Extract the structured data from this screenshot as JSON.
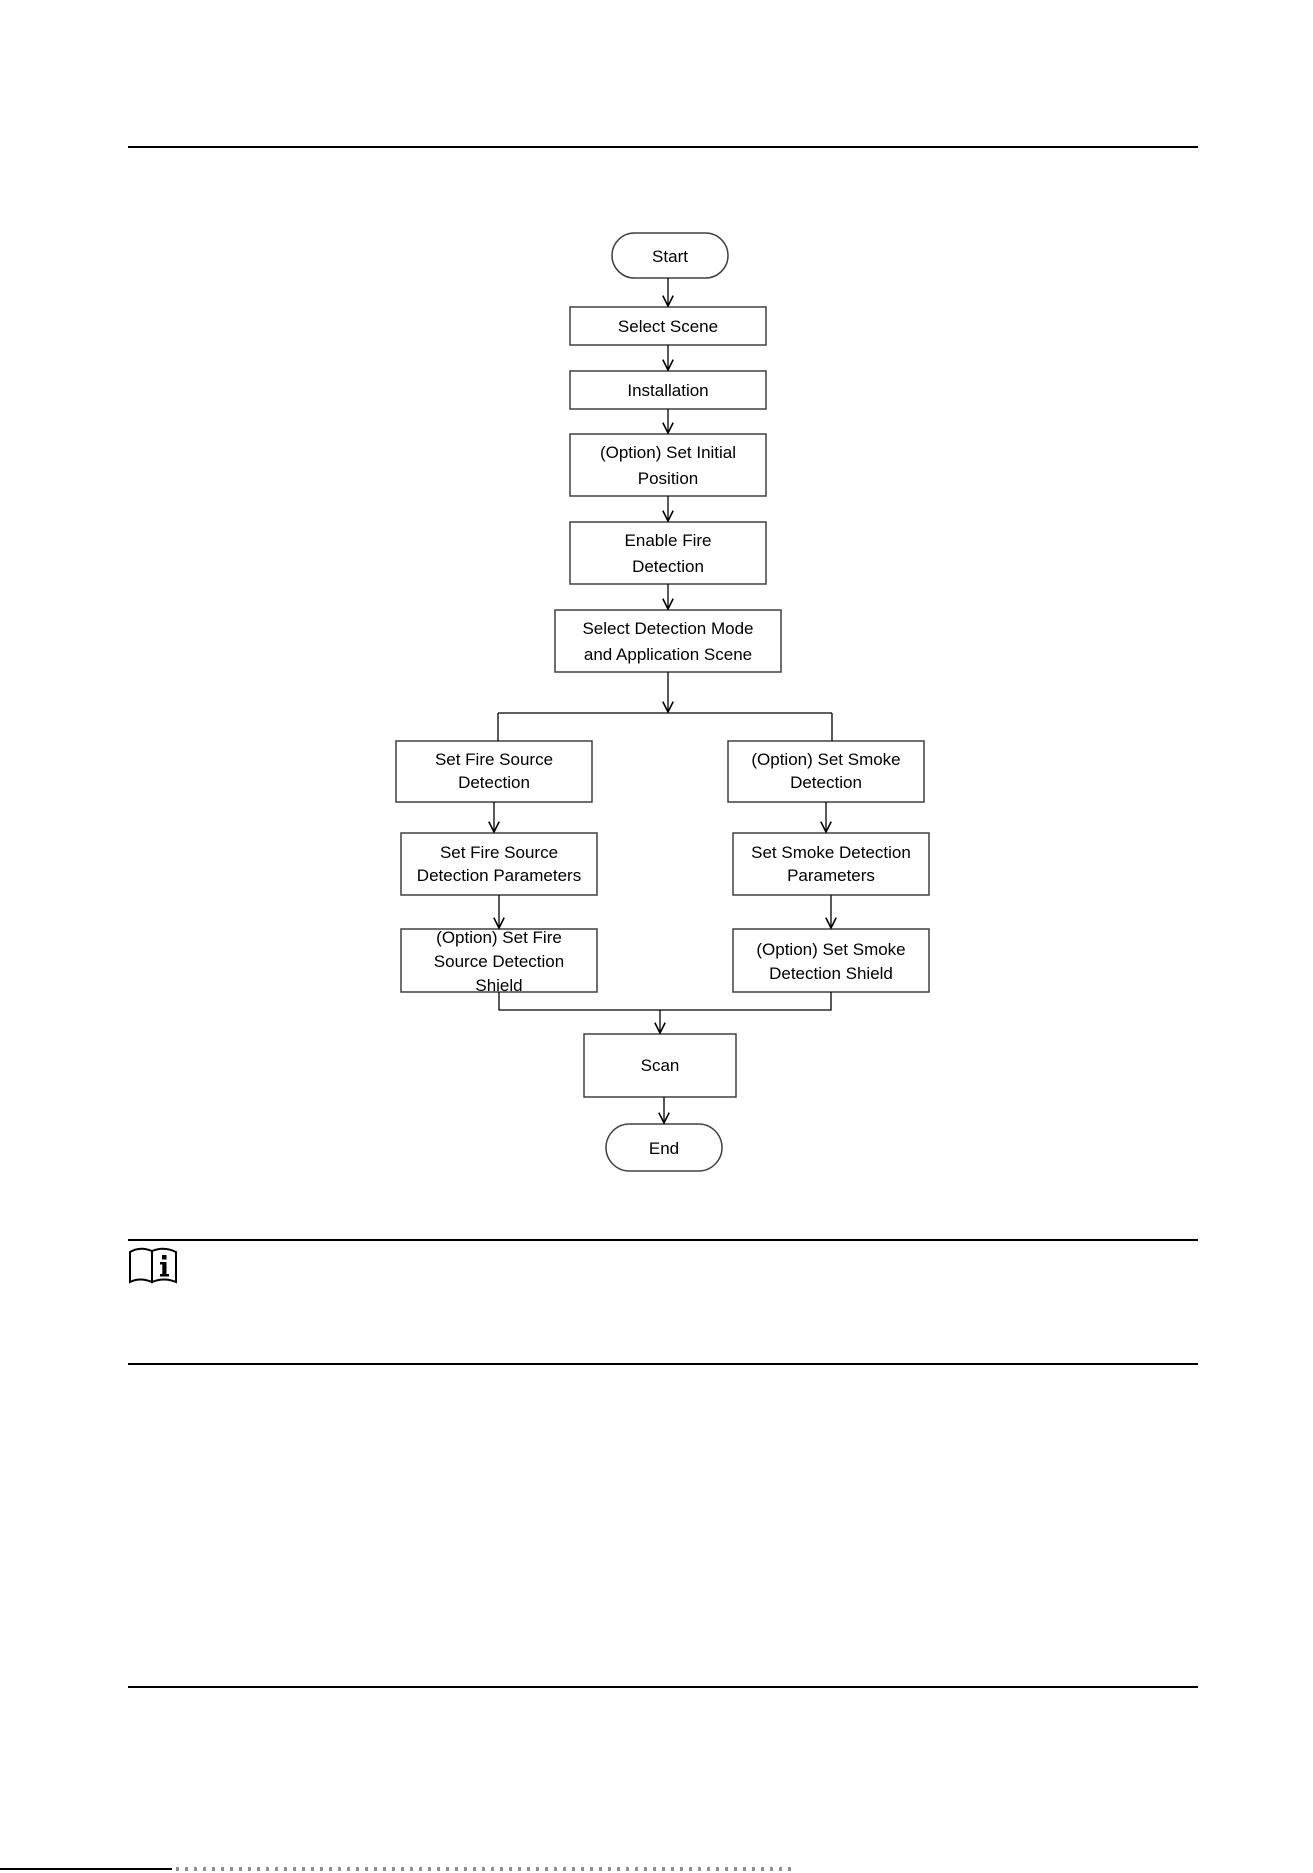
{
  "diagram": {
    "nodes": {
      "start": "Start",
      "select_scene": "Select Scene",
      "installation": "Installation",
      "initial_position": [
        "(Option) Set Initial",
        "Position"
      ],
      "enable_fire": [
        "Enable Fire",
        "Detection"
      ],
      "detection_mode": [
        "Select Detection Mode",
        "and Application Scene"
      ],
      "fire_source": [
        "Set Fire Source",
        "Detection"
      ],
      "smoke": [
        "(Option) Set Smoke",
        "Detection"
      ],
      "fire_params": [
        "Set Fire Source",
        "Detection Parameters"
      ],
      "smoke_params": [
        "Set Smoke Detection",
        "Parameters"
      ],
      "fire_shield": [
        "(Option) Set Fire",
        "Source Detection",
        "Shield"
      ],
      "smoke_shield": [
        "(Option) Set Smoke",
        "Detection Shield"
      ],
      "scan": "Scan",
      "end": "End"
    }
  },
  "icons": {
    "note": "note-info-icon"
  },
  "colors": {
    "line": "#000000",
    "box_stroke": "#404040"
  }
}
